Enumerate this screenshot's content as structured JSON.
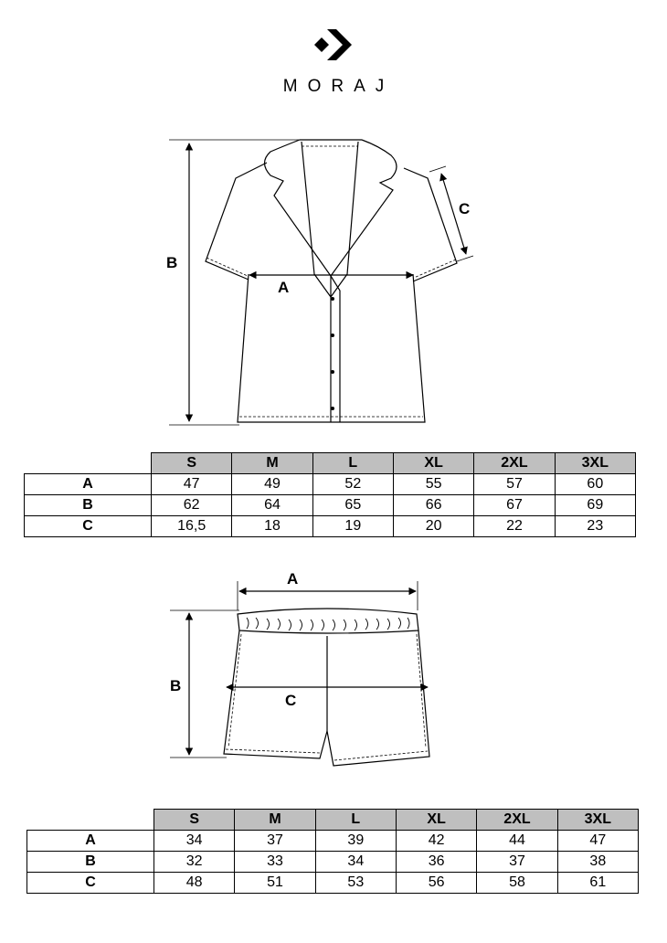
{
  "brand": {
    "name": "MORAJ",
    "icon": "moraj-chevron-logo"
  },
  "shirt": {
    "labels": {
      "a": "A",
      "b": "B",
      "c": "C"
    },
    "table": {
      "columns": [
        "S",
        "M",
        "L",
        "XL",
        "2XL",
        "3XL"
      ],
      "rows": [
        {
          "label": "A",
          "values": [
            "47",
            "49",
            "52",
            "55",
            "57",
            "60"
          ]
        },
        {
          "label": "B",
          "values": [
            "62",
            "64",
            "65",
            "66",
            "67",
            "69"
          ]
        },
        {
          "label": "C",
          "values": [
            "16,5",
            "18",
            "19",
            "20",
            "22",
            "23"
          ]
        }
      ]
    }
  },
  "shorts": {
    "labels": {
      "a": "A",
      "b": "B",
      "c": "C"
    },
    "table": {
      "columns": [
        "S",
        "M",
        "L",
        "XL",
        "2XL",
        "3XL"
      ],
      "rows": [
        {
          "label": "A",
          "values": [
            "34",
            "37",
            "39",
            "42",
            "44",
            "47"
          ]
        },
        {
          "label": "B",
          "values": [
            "32",
            "33",
            "34",
            "36",
            "37",
            "38"
          ]
        },
        {
          "label": "C",
          "values": [
            "48",
            "51",
            "53",
            "56",
            "58",
            "61"
          ]
        }
      ]
    }
  },
  "colors": {
    "header_fill": "#bfbfbf",
    "line": "#000000"
  }
}
